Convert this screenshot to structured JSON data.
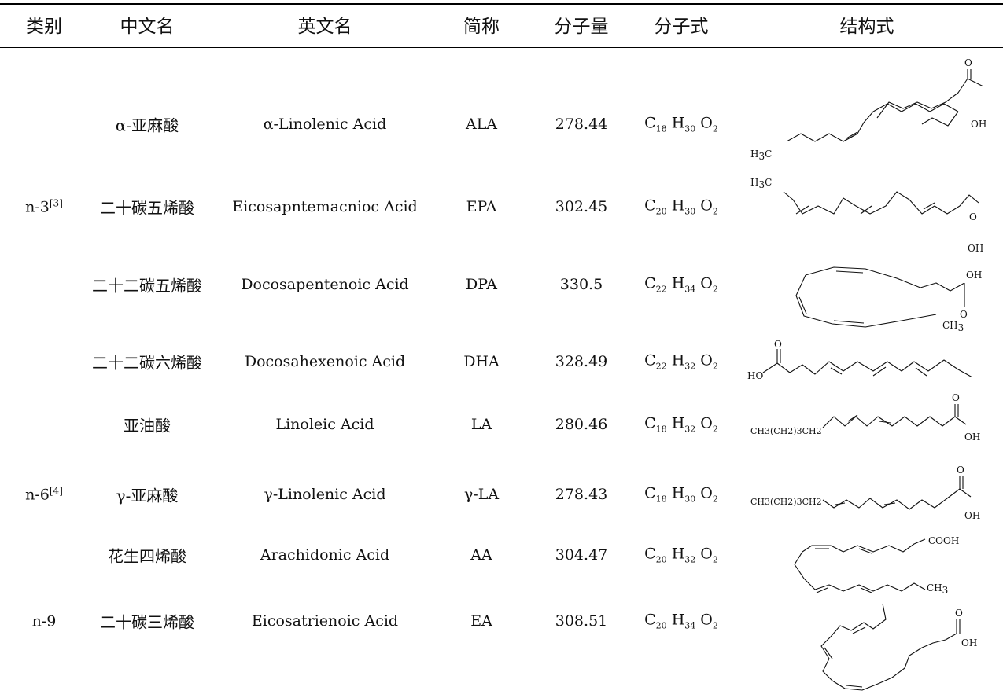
{
  "headers": {
    "category": "类别",
    "zh_name": "中文名",
    "en_name": "英文名",
    "abbr": "简称",
    "mw": "分子量",
    "formula": "分子式",
    "structure": "结构式"
  },
  "groups": [
    {
      "label": "n-3",
      "ref": "[3]"
    },
    {
      "label": "n-6",
      "ref": "[4]"
    },
    {
      "label": "n-9",
      "ref": ""
    }
  ],
  "rows": [
    {
      "zh": "α-亚麻酸",
      "en": "α-Linolenic Acid",
      "abbr": "ALA",
      "mw": "278.44",
      "formula": {
        "c": "18",
        "h": "30",
        "o": "2"
      },
      "struct_labels": {
        "a": "O",
        "b": "OH",
        "c": "H",
        "c_sub": "3",
        "c_tail": "C"
      }
    },
    {
      "zh": "二十碳五烯酸",
      "en": "Eicosapntemacnioc Acid",
      "abbr": "EPA",
      "mw": "302.45",
      "formula": {
        "c": "20",
        "h": "30",
        "o": "2"
      },
      "struct_labels": {
        "a": "O",
        "b": "OH",
        "c": "H",
        "c_sub": "3",
        "c_tail": "C"
      }
    },
    {
      "zh": "二十二碳五烯酸",
      "en": "Docosapentenoic Acid",
      "abbr": "DPA",
      "mw": "330.5",
      "formula": {
        "c": "22",
        "h": "34",
        "o": "2"
      },
      "struct_labels": {
        "a": "O",
        "b": "OH",
        "c": "CH",
        "c_sub": "3",
        "c_tail": ""
      }
    },
    {
      "zh": "二十二碳六烯酸",
      "en": "Docosahexenoic Acid",
      "abbr": "DHA",
      "mw": "328.49",
      "formula": {
        "c": "22",
        "h": "32",
        "o": "2"
      },
      "struct_labels": {
        "a": "O",
        "b": "HO",
        "c": "",
        "c_sub": "",
        "c_tail": ""
      }
    },
    {
      "zh": "亚油酸",
      "en": "Linoleic Acid",
      "abbr": "LA",
      "mw": "280.46",
      "formula": {
        "c": "18",
        "h": "32",
        "o": "2"
      },
      "struct_labels": {
        "a": "O",
        "b": "OH",
        "c": "CH3(CH2)3CH2",
        "c_sub": "",
        "c_tail": ""
      }
    },
    {
      "zh": "γ-亚麻酸",
      "en": "γ-Linolenic Acid",
      "abbr": "γ-LA",
      "mw": "278.43",
      "formula": {
        "c": "18",
        "h": "30",
        "o": "2"
      },
      "struct_labels": {
        "a": "O",
        "b": "OH",
        "c": "CH3(CH2)3CH2",
        "c_sub": "",
        "c_tail": ""
      }
    },
    {
      "zh": "花生四烯酸",
      "en": "Arachidonic Acid",
      "abbr": "AA",
      "mw": "304.47",
      "formula": {
        "c": "20",
        "h": "32",
        "o": "2"
      },
      "struct_labels": {
        "a": "COOH",
        "b": "CH",
        "c": "3",
        "c_sub": "",
        "c_tail": ""
      }
    },
    {
      "zh": "二十碳三烯酸",
      "en": "Eicosatrienoic Acid",
      "abbr": "EA",
      "mw": "308.51",
      "formula": {
        "c": "20",
        "h": "34",
        "o": "2"
      },
      "struct_labels": {
        "a": "O",
        "b": "OH",
        "c": "",
        "c_sub": "",
        "c_tail": ""
      }
    }
  ]
}
